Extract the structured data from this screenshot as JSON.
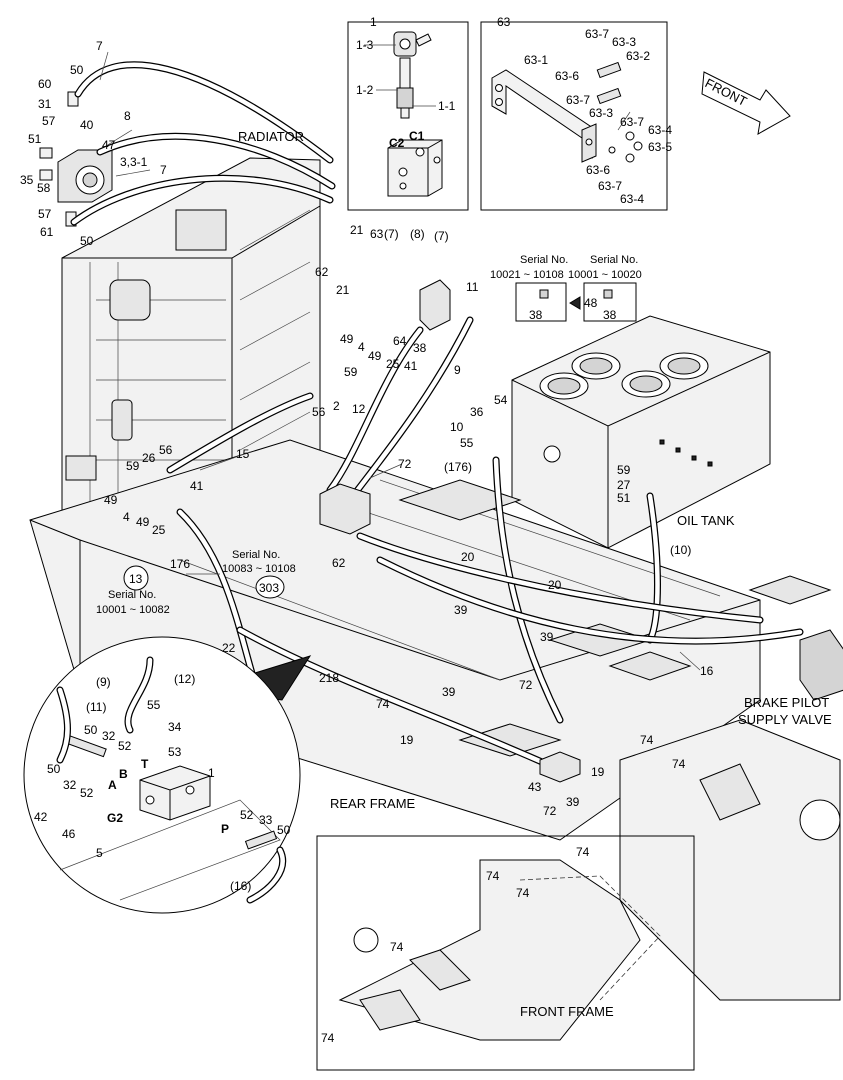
{
  "labels": {
    "radiator": "RADIATOR",
    "oil_tank": "OIL TANK",
    "rear_frame": "REAR FRAME",
    "front_frame": "FRONT FRAME",
    "front": "FRONT",
    "brake_1": "BRAKE PILOT",
    "brake_2": "SUPPLY VALVE"
  },
  "serials": {
    "s1_title": "Serial No.",
    "s1_range": "10021 ~ 10108",
    "s2_title": "Serial No.",
    "s2_range": "10001 ~ 10020",
    "s3_title": "Serial No.",
    "s3_range": "10083 ~ 10108",
    "s4_title": "Serial No.",
    "s4_range": "10001 ~ 10082"
  },
  "ports": [
    "C2",
    "C1",
    "A",
    "B",
    "T",
    "P",
    "G2"
  ],
  "callouts": {
    "c1": "1",
    "c1_3": "1-3",
    "c1_2": "1-2",
    "c1_1": "1-1",
    "c63": "63",
    "c63_7a": "63-7",
    "c63_3a": "63-3",
    "c63_2": "63-2",
    "c63_1": "63-1",
    "c63_6a": "63-6",
    "c63_7b": "63-7",
    "c63_3b": "63-3",
    "c63_7c": "63-7",
    "c63_4a": "63-4",
    "c63_5": "63-5",
    "c63_6b": "63-6",
    "c63_7d": "63-7",
    "c63_4b": "63-4",
    "n7a": "7",
    "n50a": "50",
    "n60": "60",
    "n31": "31",
    "n57a": "57",
    "n40": "40",
    "n8": "8",
    "n47": "47",
    "n51a": "51",
    "n3": "3,3-1",
    "n35": "35",
    "n58": "58",
    "n7b": "7",
    "n57b": "57",
    "n61": "61",
    "n50b": "50",
    "n21a": "21",
    "n63b": "63",
    "n7c": "(7)",
    "n8b": "(8)",
    "n7d": "(7)",
    "n62a": "62",
    "n21b": "21",
    "n11": "11",
    "n38a": "38",
    "n48": "48",
    "n38b": "38",
    "n64": "64",
    "n38c": "38",
    "n49a": "49",
    "n4a": "4",
    "n49b": "49",
    "n25a": "25",
    "n59a": "59",
    "n41a": "41",
    "n9": "9",
    "n56a": "56",
    "n2": "2",
    "n12": "12",
    "n10": "10",
    "n54": "54",
    "n36": "36",
    "n55a": "55",
    "n176a": "(176)",
    "n15": "15",
    "n56b": "56",
    "n26": "26",
    "n59b": "59",
    "n72a": "72",
    "n41b": "41",
    "n49c": "49",
    "n4b": "4",
    "n49d": "49",
    "n25b": "25",
    "n59c": "59",
    "n27": "27",
    "n51b": "51",
    "n10b": "(10)",
    "n62b": "62",
    "n20a": "20",
    "n20b": "20",
    "n13": "13",
    "n176b": "176",
    "n303": "303",
    "n39a": "39",
    "n39b": "39",
    "n22": "22",
    "n16": "16",
    "n218": "218",
    "n39c": "39",
    "n72b": "72",
    "n74a": "74",
    "n19a": "19",
    "n74b": "74",
    "n74c": "74",
    "n19b": "19",
    "n43": "43",
    "n72c": "72",
    "n39d": "39",
    "d9": "(9)",
    "d11": "(11)",
    "d12": "(12)",
    "d55": "55",
    "d34": "34",
    "d50a": "50",
    "d32a": "32",
    "d52a": "52",
    "d53": "53",
    "d50b": "50",
    "d32b": "32",
    "d52b": "52",
    "d1": "1",
    "d42": "42",
    "d46": "46",
    "d5": "5",
    "d52c": "52",
    "d33": "33",
    "d50c": "50",
    "d16": "(16)",
    "f74a": "74",
    "f74b": "74",
    "f74c": "74",
    "f74d": "74",
    "f74e": "74"
  }
}
